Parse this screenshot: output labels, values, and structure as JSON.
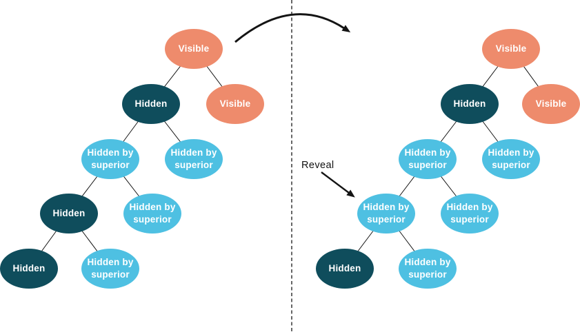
{
  "diagram": {
    "reveal_label": "Reveal",
    "colors": {
      "visible": "#EE8B6C",
      "hidden": "#0F4D5C",
      "hidden_by_superior": "#4EC0E2",
      "node_text": "#FFFFFF",
      "line": "#141414"
    },
    "legend_meaning": {
      "visible": "Visible",
      "hidden": "Hidden",
      "hidden_by_superior": "Hidden by superior"
    },
    "trees": {
      "before": {
        "nodes": [
          {
            "label": "Visible",
            "state": "visible",
            "parent": null
          },
          {
            "label": "Hidden",
            "state": "hidden",
            "parent": 0
          },
          {
            "label": "Visible",
            "state": "visible",
            "parent": 0
          },
          {
            "label": "Hidden by superior",
            "state": "hidden_by_superior",
            "parent": 1
          },
          {
            "label": "Hidden by superior",
            "state": "hidden_by_superior",
            "parent": 1
          },
          {
            "label": "Hidden",
            "state": "hidden",
            "parent": 3
          },
          {
            "label": "Hidden by superior",
            "state": "hidden_by_superior",
            "parent": 3
          },
          {
            "label": "Hidden",
            "state": "hidden",
            "parent": 5
          },
          {
            "label": "Hidden by superior",
            "state": "hidden_by_superior",
            "parent": 5
          }
        ]
      },
      "after": {
        "nodes": [
          {
            "label": "Visible",
            "state": "visible",
            "parent": null
          },
          {
            "label": "Hidden",
            "state": "hidden",
            "parent": 0
          },
          {
            "label": "Visible",
            "state": "visible",
            "parent": 0
          },
          {
            "label": "Hidden by superior",
            "state": "hidden_by_superior",
            "parent": 1
          },
          {
            "label": "Hidden by superior",
            "state": "hidden_by_superior",
            "parent": 1
          },
          {
            "label": "Hidden by superior",
            "state": "hidden_by_superior",
            "parent": 3,
            "annotation": "Reveal target"
          },
          {
            "label": "Hidden by superior",
            "state": "hidden_by_superior",
            "parent": 3
          },
          {
            "label": "Hidden",
            "state": "hidden",
            "parent": 5
          },
          {
            "label": "Hidden by superior",
            "state": "hidden_by_superior",
            "parent": 5
          }
        ]
      }
    }
  }
}
